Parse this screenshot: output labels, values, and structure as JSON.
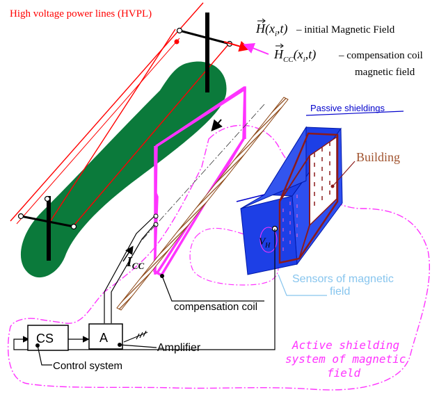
{
  "labels": {
    "hvpl": "High voltage power lines (HVPL)",
    "h_initial_desc": "– initial Magnetic Field",
    "h_cc_desc_line1": "– compensation coil",
    "h_cc_desc_line2": "magnetic field",
    "h_symbol": "H",
    "h_args": "(x",
    "h_sub_i": "i",
    "h_args_end": ",t)",
    "hcc_symbol": "H",
    "hcc_sub": "CC",
    "hcc_args": "(x",
    "hcc_sub_i": "i",
    "hcc_args_end": ",t)",
    "passive_shieldings": "Passive shieldings",
    "building": "Building",
    "v_h": "V",
    "v_h_sub": "H",
    "i_cc": "I",
    "i_cc_sub": "CC",
    "sensors_line1": "Sensors of magnetic",
    "sensors_line2": "field",
    "compensation_coil": "compensation coil",
    "cs_box": "CS",
    "a_box": "A",
    "amplifier": "Amplifier",
    "control_system": "Control system",
    "active_line1": "Active shielding",
    "active_line2": "system of magnetic",
    "active_line3": "field"
  },
  "colors": {
    "power_line": "#ff0000",
    "hvpl_text": "#ff0000",
    "field_region": "#0b7a3b",
    "coil": "#ff33ff",
    "shield_blue": "#1d3fe6",
    "building": "#8b1a1a",
    "building_label": "#a0522d",
    "sensors_text": "#87c5ee",
    "active_text": "#ff33ff",
    "passive_line": "#0000cc"
  }
}
